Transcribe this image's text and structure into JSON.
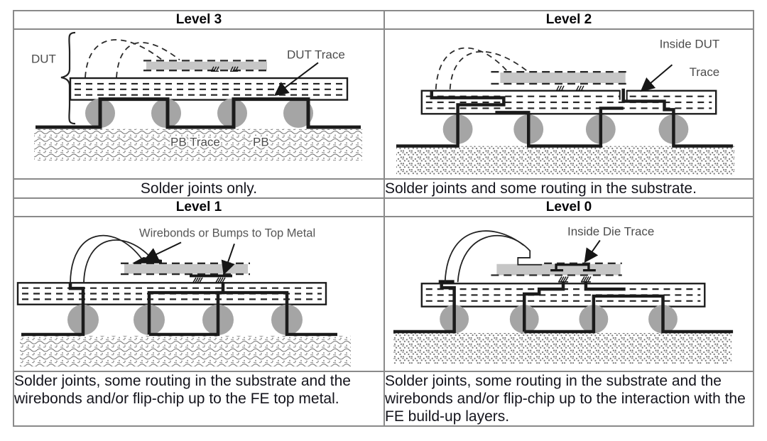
{
  "figure": {
    "description": "Four-level test-access comparison table with package cross-section diagrams",
    "colors": {
      "table_border": "#8a8a8a",
      "die_fill": "#c6c6c6",
      "solder_ball_fill": "#a5a5a5",
      "trace_ink": "#1b1b1b",
      "diagram_label": "#4c4c4c",
      "caption_text": "#14141c"
    },
    "cells": [
      {
        "id": "level3",
        "title": "Level 3",
        "caption": "Solder joints only.",
        "labels": {
          "dut": "DUT",
          "dut_trace": "DUT Trace",
          "pb_trace": "PB Trace",
          "pb": "PB"
        }
      },
      {
        "id": "level2",
        "title": "Level 2",
        "caption": "Solder joints and some routing in the substrate.",
        "labels": {
          "callout_line1": "Inside DUT",
          "callout_line2": "Trace"
        }
      },
      {
        "id": "level1",
        "title": "Level 1",
        "caption": "Solder joints, some routing in the substrate and the wirebonds and/or flip-chip up to the FE top metal.",
        "labels": {
          "callout": "Wirebonds or Bumps to Top Metal"
        }
      },
      {
        "id": "level0",
        "title": "Level 0",
        "caption": "Solder joints, some routing in the substrate and the wirebonds and/or flip-chip up to the interaction with the FE build-up layers.",
        "labels": {
          "callout": "Inside Die Trace"
        }
      }
    ]
  }
}
